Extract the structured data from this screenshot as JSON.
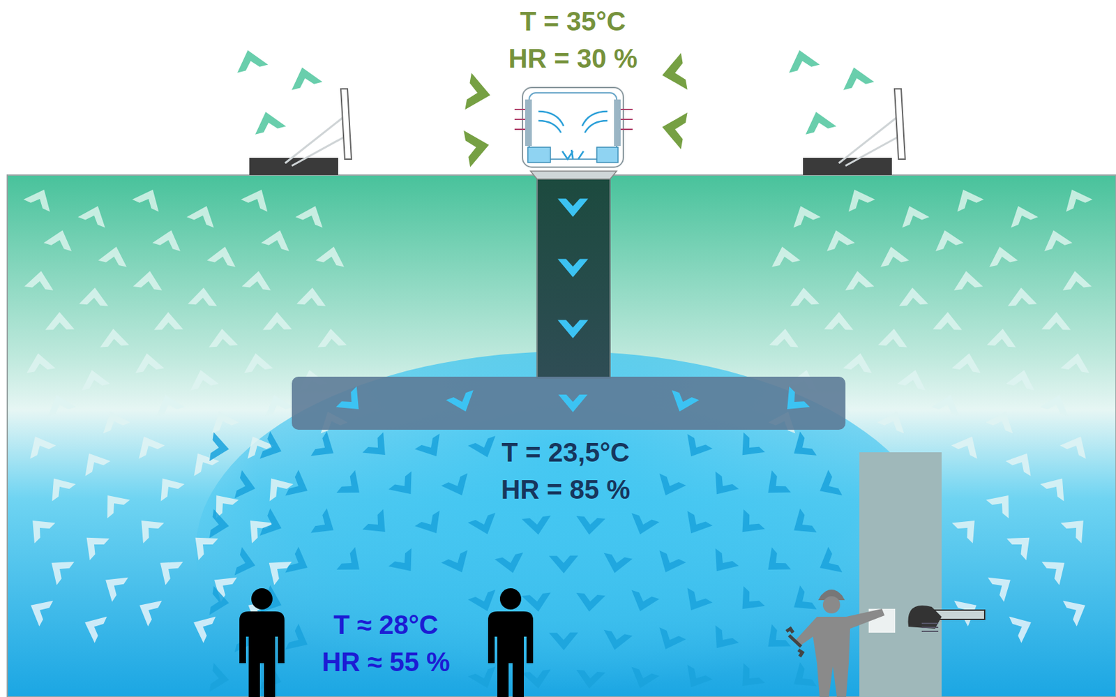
{
  "diagram": {
    "labels": [
      "T = 35°C",
      "HR = 30 %",
      "T = 23,5°C",
      "HR = 85 %",
      "T ≈ 28°C",
      "HR ≈ 55 %"
    ]
  }
}
